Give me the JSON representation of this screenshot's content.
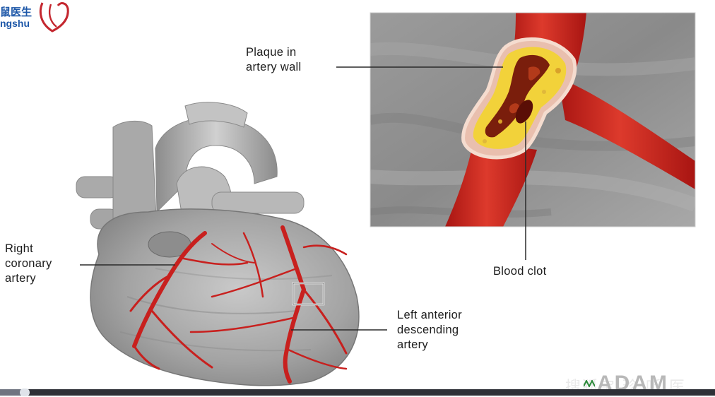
{
  "logo": {
    "chinese_text": "鼠医生",
    "latin_text": "ngshu"
  },
  "labels": {
    "plaque": "Plaque in\nartery wall",
    "blood_clot": "Blood clot",
    "right_coronary": "Right\ncoronary\nartery",
    "lad": "Left anterior\ndescending\nartery"
  },
  "watermark": {
    "text": "搜狐宝 珍 听 医",
    "brand": "ADAM"
  },
  "video": {
    "progress_fraction": 0.035
  },
  "colors": {
    "artery_red": "#c8201e",
    "plaque_yellow": "#f2d23a",
    "heart_gray": "#9a9a9a",
    "brand_blue": "#1d57a8"
  }
}
